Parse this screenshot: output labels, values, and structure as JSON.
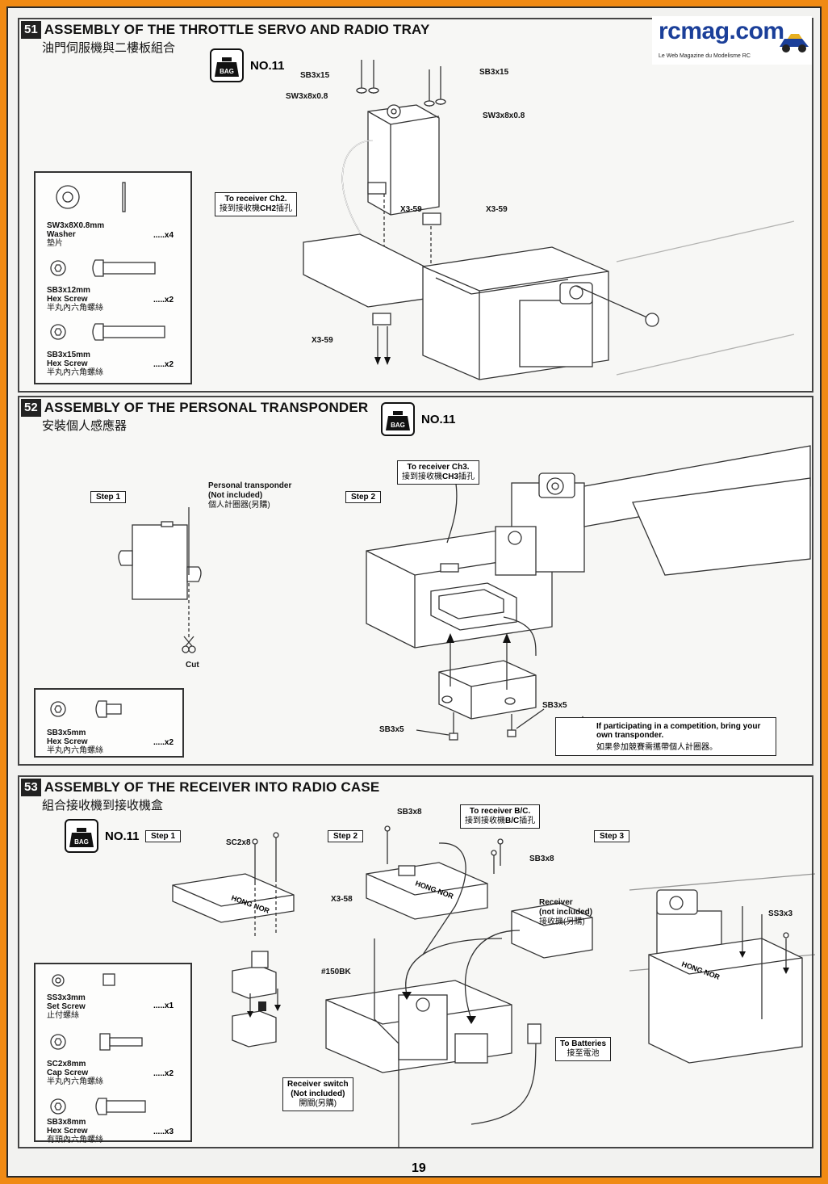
{
  "logo": {
    "text": "rcmag.com",
    "tagline": "Le Web Magazine du Modelisme RC"
  },
  "page_number": "19",
  "steps": [
    {
      "number": "51",
      "title_en": "ASSEMBLY OF THE THROTTLE SERVO AND RADIO TRAY",
      "title_zh": "油門伺服機與二樓板組合",
      "bag": "NO.11",
      "bag_icon_text": "BAG",
      "parts": [
        {
          "code": "SW3x8X0.8mm",
          "name": "Washer",
          "zh": "墊片",
          "qty": ".....x4"
        },
        {
          "code": "SB3x12mm",
          "name": "Hex Screw",
          "zh": "半丸內六角螺絲",
          "qty": ".....x2"
        },
        {
          "code": "SB3x15mm",
          "name": "Hex Screw",
          "zh": "半丸內六角螺絲",
          "qty": ".....x2"
        }
      ],
      "labels": {
        "sb3x15_a": "SB3x15",
        "sw3x8_a": "SW3x8x0.8",
        "sb3x15_b": "SB3x15",
        "sw3x8_b": "SW3x8x0.8",
        "x359_a": "X3-59",
        "x359_b": "X3-59",
        "x359_c": "X3-59"
      },
      "callout": {
        "en": "To receiver Ch2.",
        "zh_prefix": "接到接收機",
        "zh_bold": "CH2",
        "zh_suffix": "插孔"
      }
    },
    {
      "number": "52",
      "title_en": "ASSEMBLY OF THE PERSONAL TRANSPONDER",
      "title_zh": "安裝個人感應器",
      "bag": "NO.11",
      "bag_icon_text": "BAG",
      "step1": "Step 1",
      "step2": "Step 2",
      "transponder": {
        "en1": "Personal transponder",
        "en2": "(Not included)",
        "zh": "個人計圈器(另購)"
      },
      "cut": "Cut",
      "parts": [
        {
          "code": "SB3x5mm",
          "name": "Hex Screw",
          "zh": "半丸內六角螺絲",
          "qty": ".....x2"
        }
      ],
      "callout": {
        "en": "To receiver Ch3.",
        "zh_prefix": "接到接收機",
        "zh_bold": "CH3",
        "zh_suffix": "插孔"
      },
      "labels": {
        "sb3x5_a": "SB3x5",
        "sb3x5_b": "SB3x5"
      },
      "warning": {
        "en1": "If participating in a competition, bring your",
        "en2": "own transponder.",
        "zh": "如果參加競賽需攜帶個人計圈器。"
      }
    },
    {
      "number": "53",
      "title_en": "ASSEMBLY OF THE RECEIVER INTO RADIO CASE",
      "title_zh": "組合接收機到接收機盒",
      "bag": "NO.11",
      "bag_icon_text": "BAG",
      "step1": "Step 1",
      "step2": "Step 2",
      "step3": "Step 3",
      "parts": [
        {
          "code": "SS3x3mm",
          "name": "Set Screw",
          "zh": "止付螺絲",
          "qty": ".....x1"
        },
        {
          "code": "SC2x8mm",
          "name": "Cap Screw",
          "zh": "半丸內六角螺絲",
          "qty": ".....x2"
        },
        {
          "code": "SB3x8mm",
          "name": "Hex Screw",
          "zh": "有頭內六角螺絲",
          "qty": ".....x3"
        }
      ],
      "labels": {
        "sc2x8": "SC2x8",
        "x358": "X3-58",
        "bk150": "#150BK",
        "sb3x8_a": "SB3x8",
        "sb3x8_b": "SB3x8",
        "ss3x3": "SS3x3",
        "receiver_en1": "Receiver",
        "receiver_en2": "(not included)",
        "receiver_zh": "接收機(另購)"
      },
      "callout": {
        "en": "To receiver B/C.",
        "zh_prefix": "接到接收機",
        "zh_bold": "B/C",
        "zh_suffix": "插孔"
      },
      "switch": {
        "en1": "Receiver switch",
        "en2": "(Not included)",
        "zh": "開關(另購)"
      },
      "batteries": {
        "en": "To Batteries",
        "zh": "接至電池"
      },
      "case_text": "HONG NOR"
    }
  ]
}
